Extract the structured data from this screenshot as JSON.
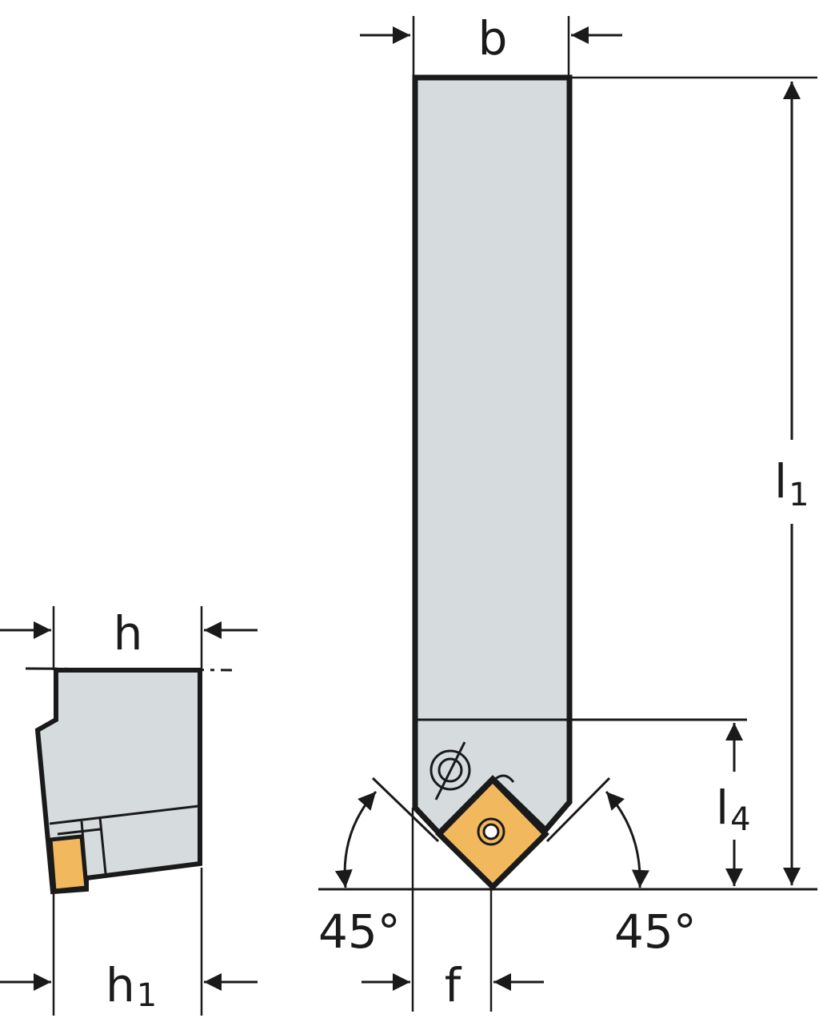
{
  "labels": {
    "h": "h",
    "h1_base": "h",
    "h1_sub": "1",
    "b": "b",
    "l1_base": "l",
    "l1_sub": "1",
    "l4_base": "l",
    "l4_sub": "4",
    "f": "f",
    "angle_left": "45°",
    "angle_right": "45°"
  },
  "colors": {
    "body_fill": "#d6dcde",
    "insert_fill": "#f2b85e",
    "outline": "#1a1a1a",
    "background": "#ffffff"
  }
}
